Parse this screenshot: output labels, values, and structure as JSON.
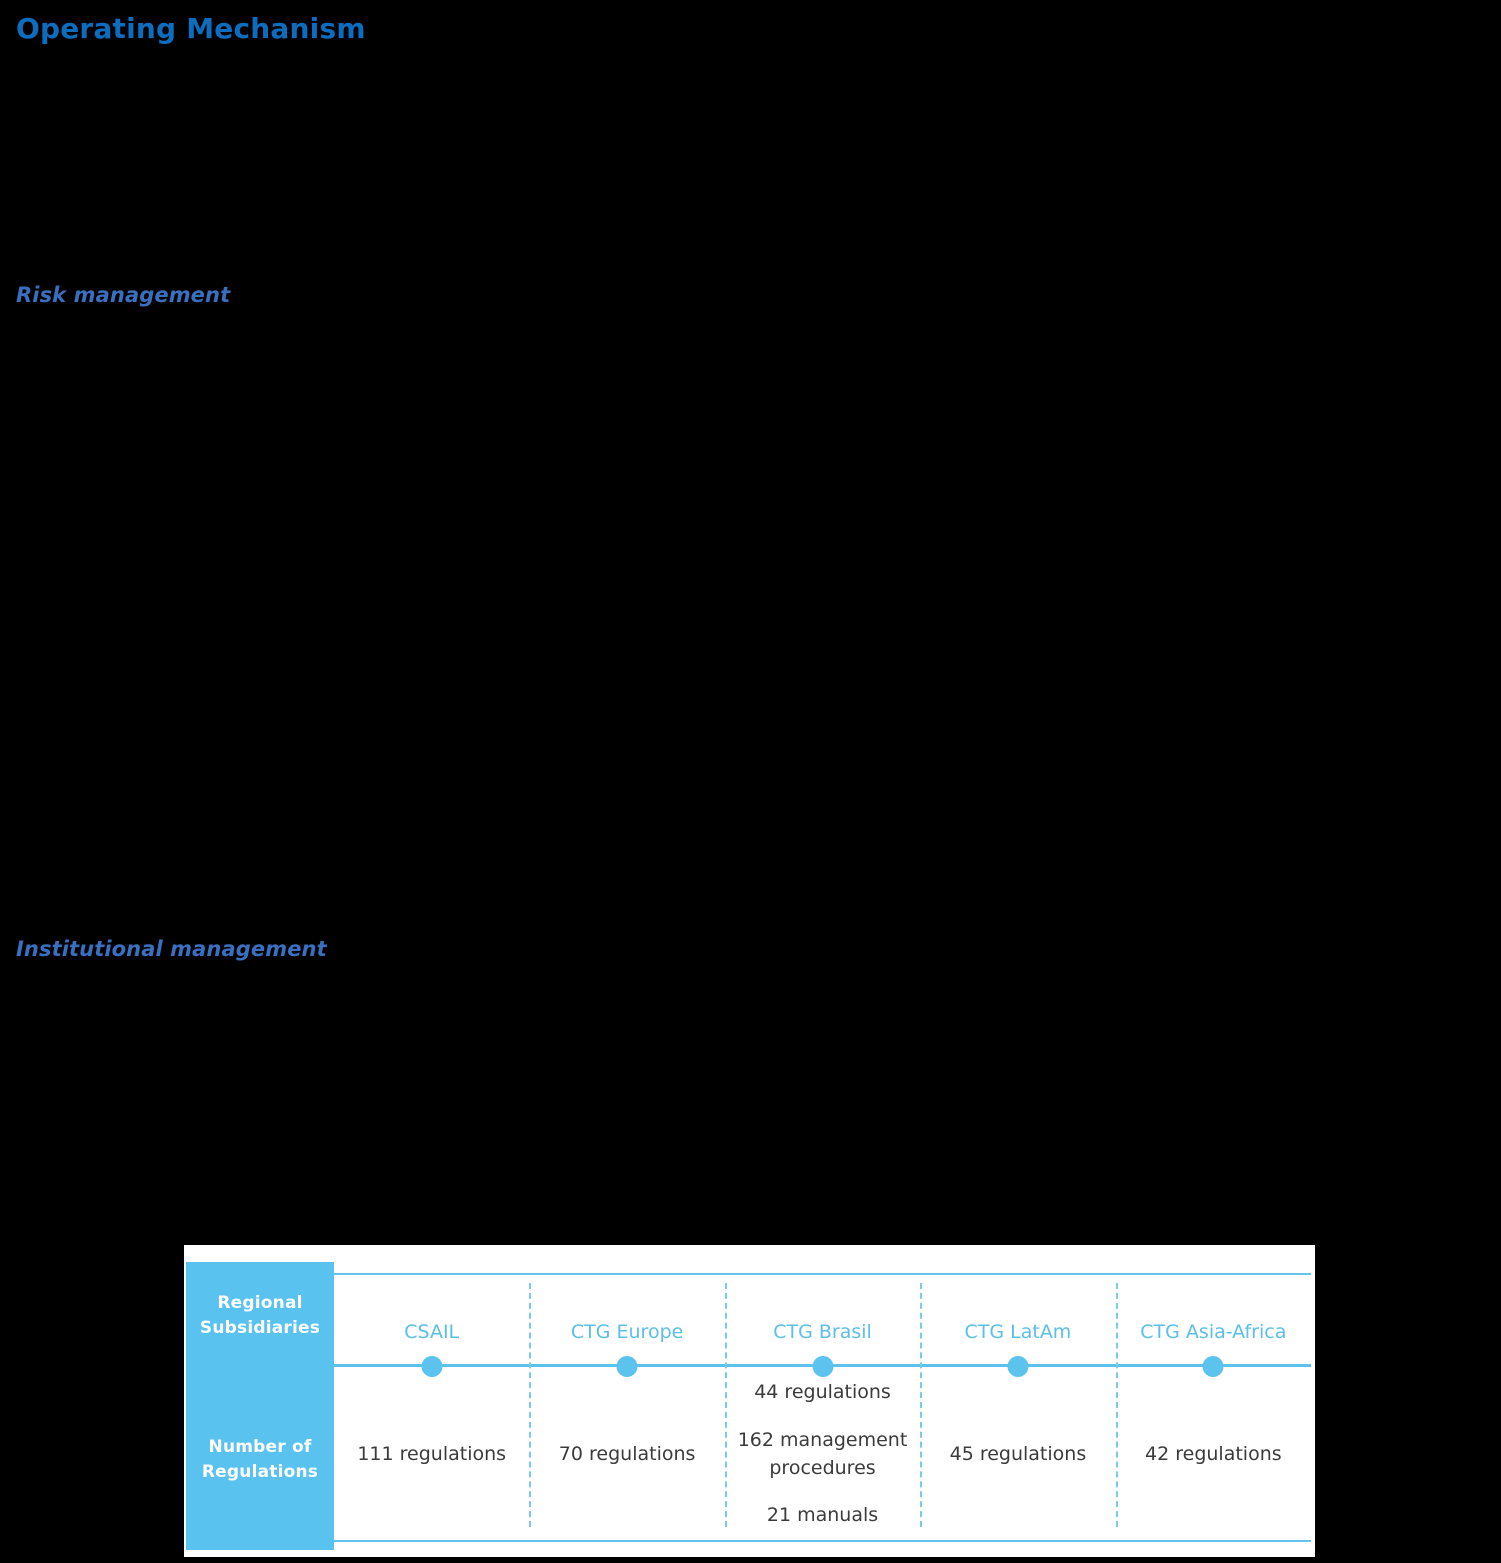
{
  "page": {
    "title": "Operating Mechanism",
    "background_color": "#000000",
    "title_color": "#0c6cbe",
    "heading_color": "#3a6fbf",
    "accent_color": "#5ac2ee"
  },
  "sections": [
    {
      "id": "risk",
      "heading": "Risk management"
    },
    {
      "id": "institutional",
      "heading": "Institutional management"
    }
  ],
  "table": {
    "row_labels": {
      "subsidiaries": "Regional\nSubsidiaries",
      "subsidiaries_line1": "Regional",
      "subsidiaries_line2": "Subsidiaries",
      "regulations_line1": "Number of",
      "regulations_line2": "Regulations"
    },
    "columns": [
      {
        "header": "CSAIL",
        "values": [
          "111 regulations"
        ]
      },
      {
        "header": "CTG Europe",
        "values": [
          "70 regulations"
        ]
      },
      {
        "header": "CTG Brasil",
        "values": [
          "44 regulations",
          "162 management procedures",
          "21 manuals"
        ]
      },
      {
        "header": "CTG LatAm",
        "values": [
          "45 regulations"
        ]
      },
      {
        "header": "CTG Asia-Africa",
        "values": [
          "42 regulations"
        ]
      }
    ]
  }
}
